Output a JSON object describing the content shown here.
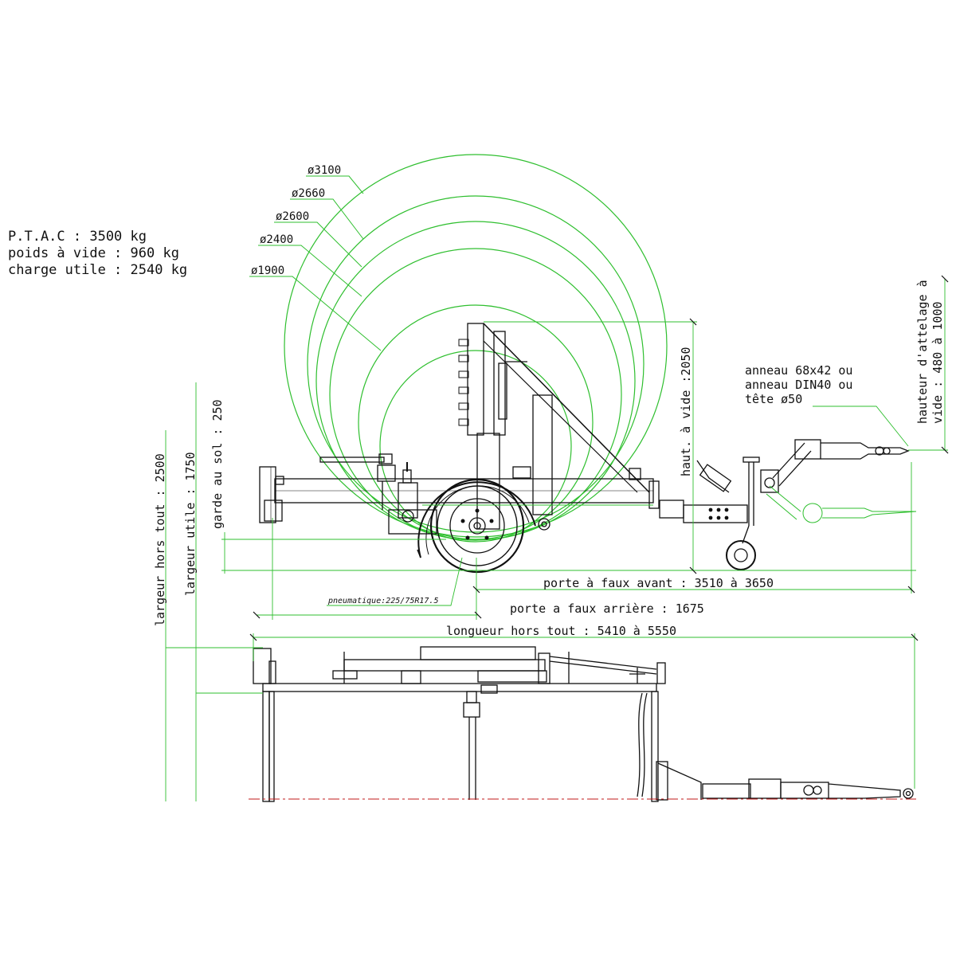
{
  "spec": {
    "ptac": "P.T.A.C : 3500 kg",
    "empty_weight": "poids à vide : 960 kg",
    "payload": "charge utile : 2540 kg"
  },
  "drum_diameters": [
    "ø3100",
    "ø2660",
    "ø2600",
    "ø2400",
    "ø1900"
  ],
  "dims": {
    "height_empty": "haut. à vide :2050",
    "hitch_height_line1": "hauteur d'attelage à",
    "hitch_height_line2": "vide : 480 à 1000",
    "hitch_line1": "anneau 68x42 ou",
    "hitch_line2": "anneau DIN40 ou",
    "hitch_line3": "tête ø50",
    "ground_clearance": "garde au sol : 250",
    "usable_width": "largeur utile : 1750",
    "overall_width": "largeur hors tout : 2500",
    "tyre": "pneumatique:225/75R17.5",
    "front_overhang": "porte à faux avant : 3510 à 3650",
    "rear_overhang": "porte a faux arrière : 1675",
    "overall_length": "longueur hors tout : 5410 à  5550"
  },
  "colors": {
    "drum_circles": "#2fbf2f",
    "lines": "#111111",
    "centerline": "#c01818"
  }
}
